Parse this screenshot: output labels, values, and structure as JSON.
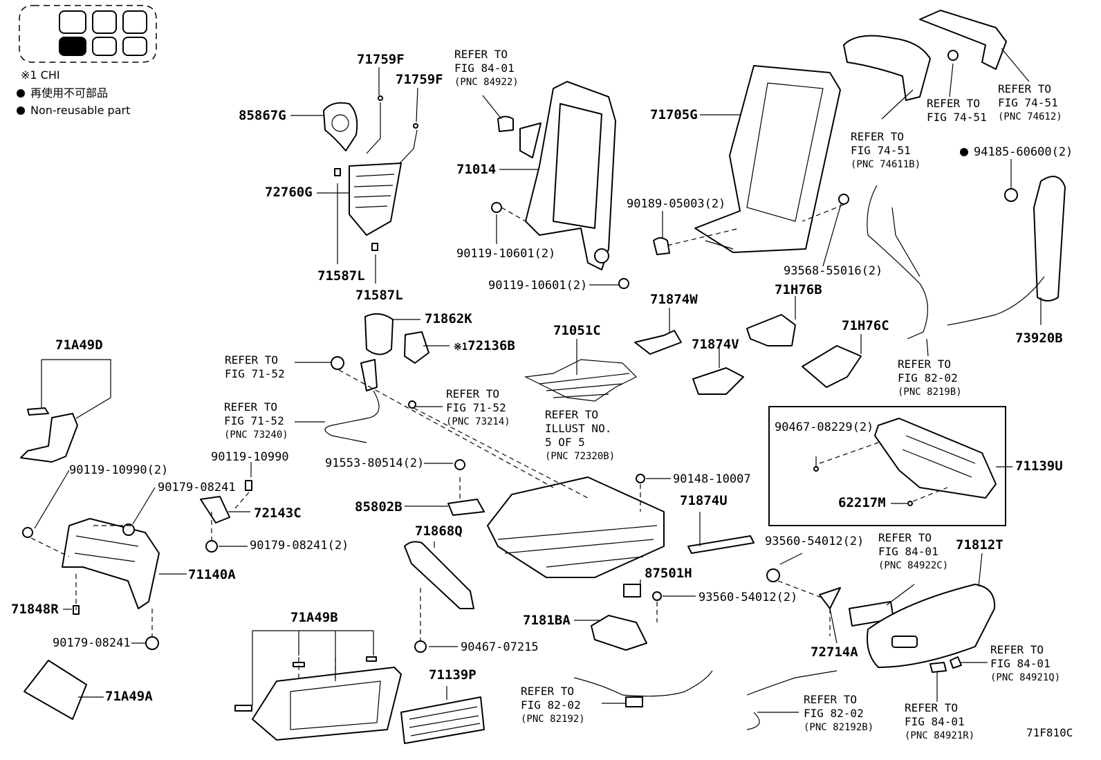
{
  "legend": {
    "note": "※1  CHI",
    "reusable_ja": "再使用不可部品",
    "reusable_en": "Non-reusable part"
  },
  "figure_code": "71F810C",
  "parts": {
    "p71759F_a": "71759F",
    "p71759F_b": "71759F",
    "p85867G": "85867G",
    "p72760G": "72760G",
    "p71587L_a": "71587L",
    "p71587L_b": "71587L",
    "p71014": "71014",
    "p90119_10601_a": "90119-10601(2)",
    "p90119_10601_b": "90119-10601(2)",
    "p71705G": "71705G",
    "p90189_05003": "90189-05003(2)",
    "p93568_55016": "93568-55016(2)",
    "p94185_60600": "94185-60600(2)",
    "p73920B": "73920B",
    "p71862K": "71862K",
    "p72136B": "72136B",
    "p72136B_note": "※1",
    "p71051C": "71051C",
    "p71874W": "71874W",
    "p71874V": "71874V",
    "p71H76B": "71H76B",
    "p71H76C": "71H76C",
    "p71A49D": "71A49D",
    "p90119_10990_2": "90119-10990(2)",
    "p90179_08241_a": "90179-08241",
    "p90119_10990": "90119-10990",
    "p72143C": "72143C",
    "p90179_08241_2": "90179-08241(2)",
    "p71140A": "71140A",
    "p71848R": "71848R",
    "p90179_08241_b": "90179-08241",
    "p71A49A": "71A49A",
    "p71A49B": "71A49B",
    "p91553_80514": "91553-80514(2)",
    "p85802B": "85802B",
    "p71868Q": "71868Q",
    "p90467_07215": "90467-07215",
    "p71139P": "71139P",
    "p90148_10007": "90148-10007",
    "p71874U": "71874U",
    "p87501H": "87501H",
    "p93560_54012_a": "93560-54012(2)",
    "p93560_54012_b": "93560-54012(2)",
    "p7181BA": "7181BA",
    "p72714A": "72714A",
    "p90467_08229": "90467-08229(2)",
    "p71139U": "71139U",
    "p62217M": "62217M",
    "p71812T": "71812T"
  },
  "refs": {
    "r84922": {
      "l1": "REFER TO",
      "l2": "FIG 84-01",
      "l3": "(PNC 84922)"
    },
    "r74611B": {
      "l1": "REFER TO",
      "l2": "FIG 74-51",
      "l3": "(PNC 74611B)"
    },
    "r74_51": {
      "l1": "REFER TO",
      "l2": "FIG 74-51"
    },
    "r74612": {
      "l1": "REFER TO",
      "l2": "FIG 74-51",
      "l3": "(PNC 74612)"
    },
    "r71_52_a": {
      "l1": "REFER TO",
      "l2": "FIG 71-52"
    },
    "r73214": {
      "l1": "REFER TO",
      "l2": "FIG 71-52",
      "l3": "(PNC 73214)"
    },
    "r73240": {
      "l1": "REFER TO",
      "l2": "FIG 71-52",
      "l3": "(PNC 73240)"
    },
    "r72320B": {
      "l1": "REFER TO",
      "l2": "ILLUST NO.",
      "l3": "5 OF 5",
      "l4": "(PNC 72320B)"
    },
    "r8219B": {
      "l1": "REFER TO",
      "l2": "FIG 82-02",
      "l3": "(PNC 8219B)"
    },
    "r84922C": {
      "l1": "REFER TO",
      "l2": "FIG 84-01",
      "l3": "(PNC 84922C)"
    },
    "r84921Q": {
      "l1": "REFER TO",
      "l2": "FIG 84-01",
      "l3": "(PNC 84921Q)"
    },
    "r84921R": {
      "l1": "REFER TO",
      "l2": "FIG 84-01",
      "l3": "(PNC 84921R)"
    },
    "r82192": {
      "l1": "REFER TO",
      "l2": "FIG 82-02",
      "l3": "(PNC 82192)"
    },
    "r82192B": {
      "l1": "REFER TO",
      "l2": "FIG 82-02",
      "l3": "(PNC 82192B)"
    }
  }
}
